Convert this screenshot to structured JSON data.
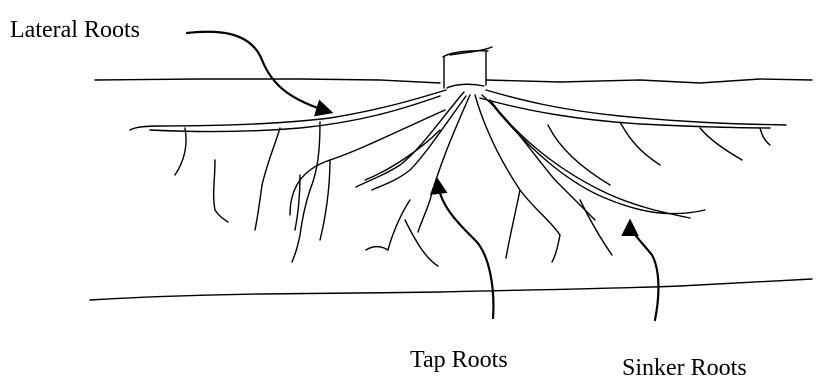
{
  "diagram": {
    "labels": {
      "lateral": "Lateral Roots",
      "tap": "Tap Roots",
      "sinker": "Sinker Roots"
    },
    "colors": {
      "ink": "#000000",
      "background": "#ffffff"
    }
  }
}
